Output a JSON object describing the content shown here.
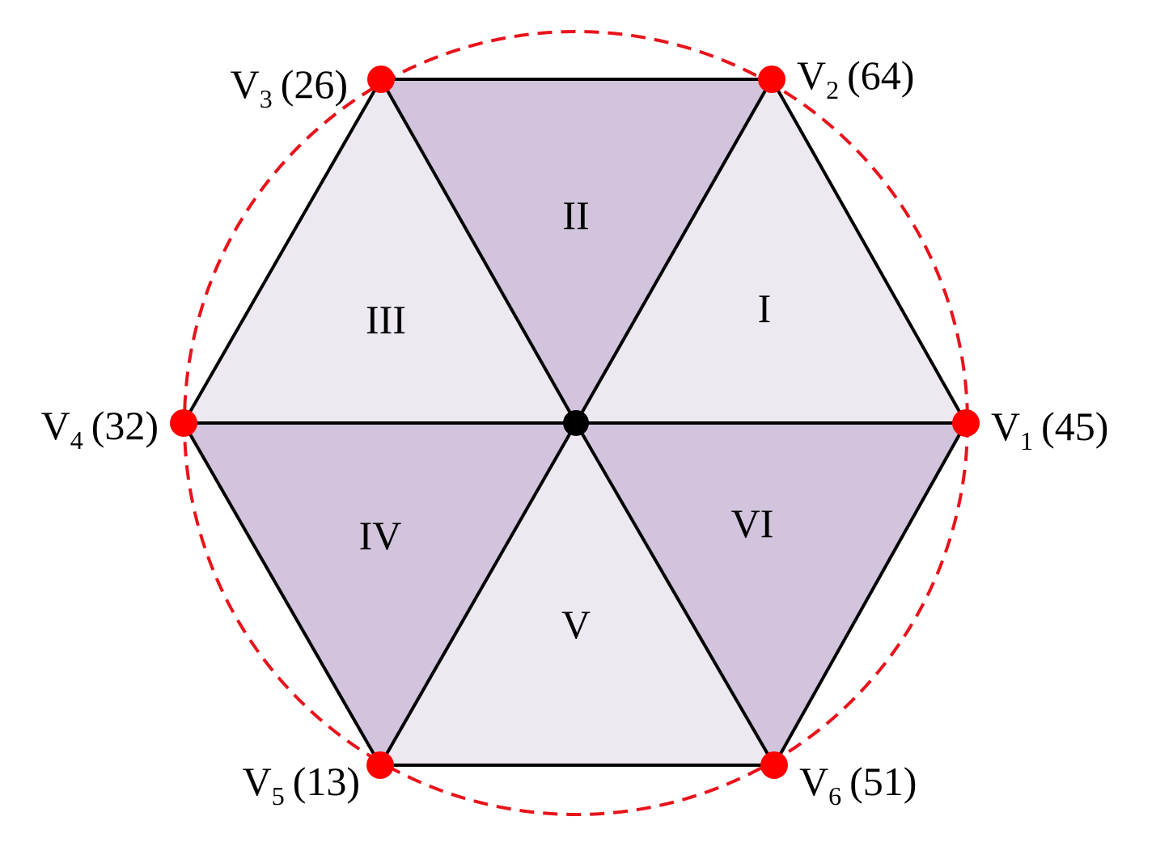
{
  "colors": {
    "dark_fill": "#d1c4dc",
    "light_fill": "#eee8f0",
    "edge": "#000000",
    "vertex_dot": "#ff0000",
    "center_dot": "#000000",
    "circle": "#e8131b"
  },
  "sectors": [
    {
      "label": "I",
      "shade": "light"
    },
    {
      "label": "II",
      "shade": "dark"
    },
    {
      "label": "III",
      "shade": "light"
    },
    {
      "label": "IV",
      "shade": "dark"
    },
    {
      "label": "V",
      "shade": "light"
    },
    {
      "label": "VI",
      "shade": "dark"
    }
  ],
  "vertices": [
    {
      "letter": "V",
      "sub": "1",
      "value": "(45)"
    },
    {
      "letter": "V",
      "sub": "2",
      "value": "(64)"
    },
    {
      "letter": "V",
      "sub": "3",
      "value": "(26)"
    },
    {
      "letter": "V",
      "sub": "4",
      "value": "(32)"
    },
    {
      "letter": "V",
      "sub": "5",
      "value": "(13)"
    },
    {
      "letter": "V",
      "sub": "6",
      "value": "(51)"
    }
  ]
}
